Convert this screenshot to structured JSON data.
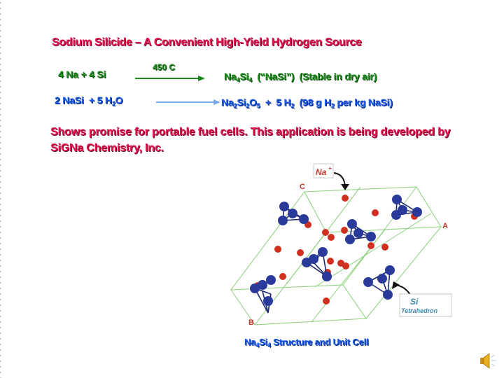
{
  "slide": {
    "title": "Sodium Silicide – A Convenient High-Yield Hydrogen Source",
    "reaction1": {
      "left": "4 Na + 4 Si",
      "condition": "450 C",
      "product_prefix": "Na",
      "product_sub1": "4",
      "product_mid": "Si",
      "product_sub2": "4",
      "product_suffix": "  (“NaSi”)  (Stable in dry air)",
      "color": "#1a8a1a"
    },
    "reaction2": {
      "left_prefix": "2 NaSi  + 5 H",
      "left_sub": "2",
      "left_suffix": "O",
      "right_a": "Na",
      "right_a_sub": "2",
      "right_b": "Si",
      "right_b_sub": "2",
      "right_c": "O",
      "right_c_sub": "5",
      "right_d": "  +  5 H",
      "right_d_sub": "2",
      "right_e": "  (98 g H",
      "right_e_sub": "2",
      "right_f": " per kg NaSi)",
      "color": "#1a5ae8"
    },
    "promise_text": " Shows promise for portable fuel cells. This application is being developed by SiGNa Chemistry, Inc.",
    "figure": {
      "na_label": "Na",
      "na_sup": "+",
      "si_label": "Si",
      "si_sub_label": "Tetrahedron",
      "axis_a": "A",
      "axis_b": "B",
      "axis_c": "C",
      "na_color": "#d03020",
      "si_color": "#2a3a9a",
      "cell_color": "#8acf7a"
    },
    "caption": {
      "prefix": "Na",
      "sub1": "4",
      "mid": "Si",
      "sub2": "4",
      "suffix": " Structure and Unit Cell"
    },
    "audio_icon": "speaker-icon"
  }
}
